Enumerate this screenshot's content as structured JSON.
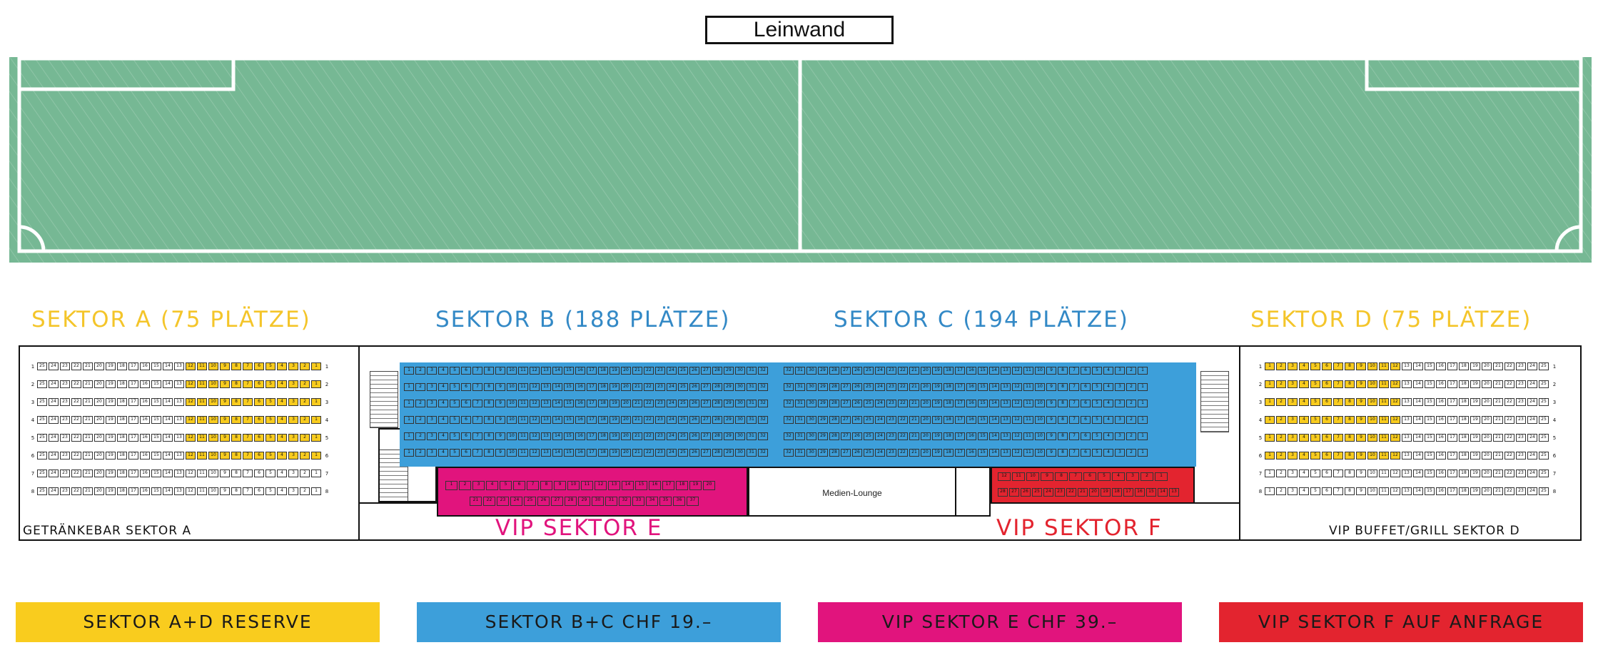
{
  "screen": {
    "label": "Leinwand"
  },
  "colors": {
    "field": "#76b894",
    "field_lines": "#ffffff",
    "sector_ad": "#f9cc1e",
    "sector_bc": "#3d9fda",
    "vip_e": "#e1147d",
    "vip_f": "#e3242f",
    "title_ad": "#f4c52a",
    "title_bc": "#3389c6"
  },
  "sectors": {
    "a": {
      "title": "SEKTOR A (75 PLÄTZE)"
    },
    "b": {
      "title": "SEKTOR B (188 PLÄTZE)"
    },
    "c": {
      "title": "SEKTOR C (194 PLÄTZE)"
    },
    "d": {
      "title": "SEKTOR D (75 PLÄTZE)"
    }
  },
  "areas": {
    "getraenkebar": "GETRÄNKEBAR SEKTOR A",
    "vip_e": "VIP SEKTOR E",
    "vip_f": "VIP SEKTOR F",
    "vip_buffet": "VIP BUFFET/GRILL SEKTOR D",
    "medien_lounge": "Medien-Lounge"
  },
  "legend": [
    {
      "label": "SEKTOR A+D   RESERVE",
      "color": "#f9cc1e"
    },
    {
      "label": "SEKTOR B+C   CHF 19.–",
      "color": "#3d9fda"
    },
    {
      "label": "VIP SEKTOR E   CHF 39.–",
      "color": "#e1147d"
    },
    {
      "label": "VIP SEKTOR F   AUF ANFRAGE",
      "color": "#e3242f"
    }
  ],
  "seating": {
    "sector_a": {
      "rows": 8,
      "seats_per_row": 25,
      "reserve_rows": 6,
      "reserve_seats": 12
    },
    "sector_d": {
      "rows": 8,
      "seats_per_row": 25,
      "reserve_rows": 6,
      "reserve_seats": 12
    },
    "sector_b": {
      "rows": 6,
      "seats_per_row": 32
    },
    "sector_c": {
      "rows": 6,
      "seats_per_row": 32
    },
    "vip_e_rows": [
      {
        "from": 1,
        "to": 20
      },
      {
        "from": 21,
        "to": 37
      }
    ],
    "vip_f_rows": [
      {
        "from": 1,
        "to": 12
      },
      {
        "from": 13,
        "to": 28
      }
    ]
  }
}
